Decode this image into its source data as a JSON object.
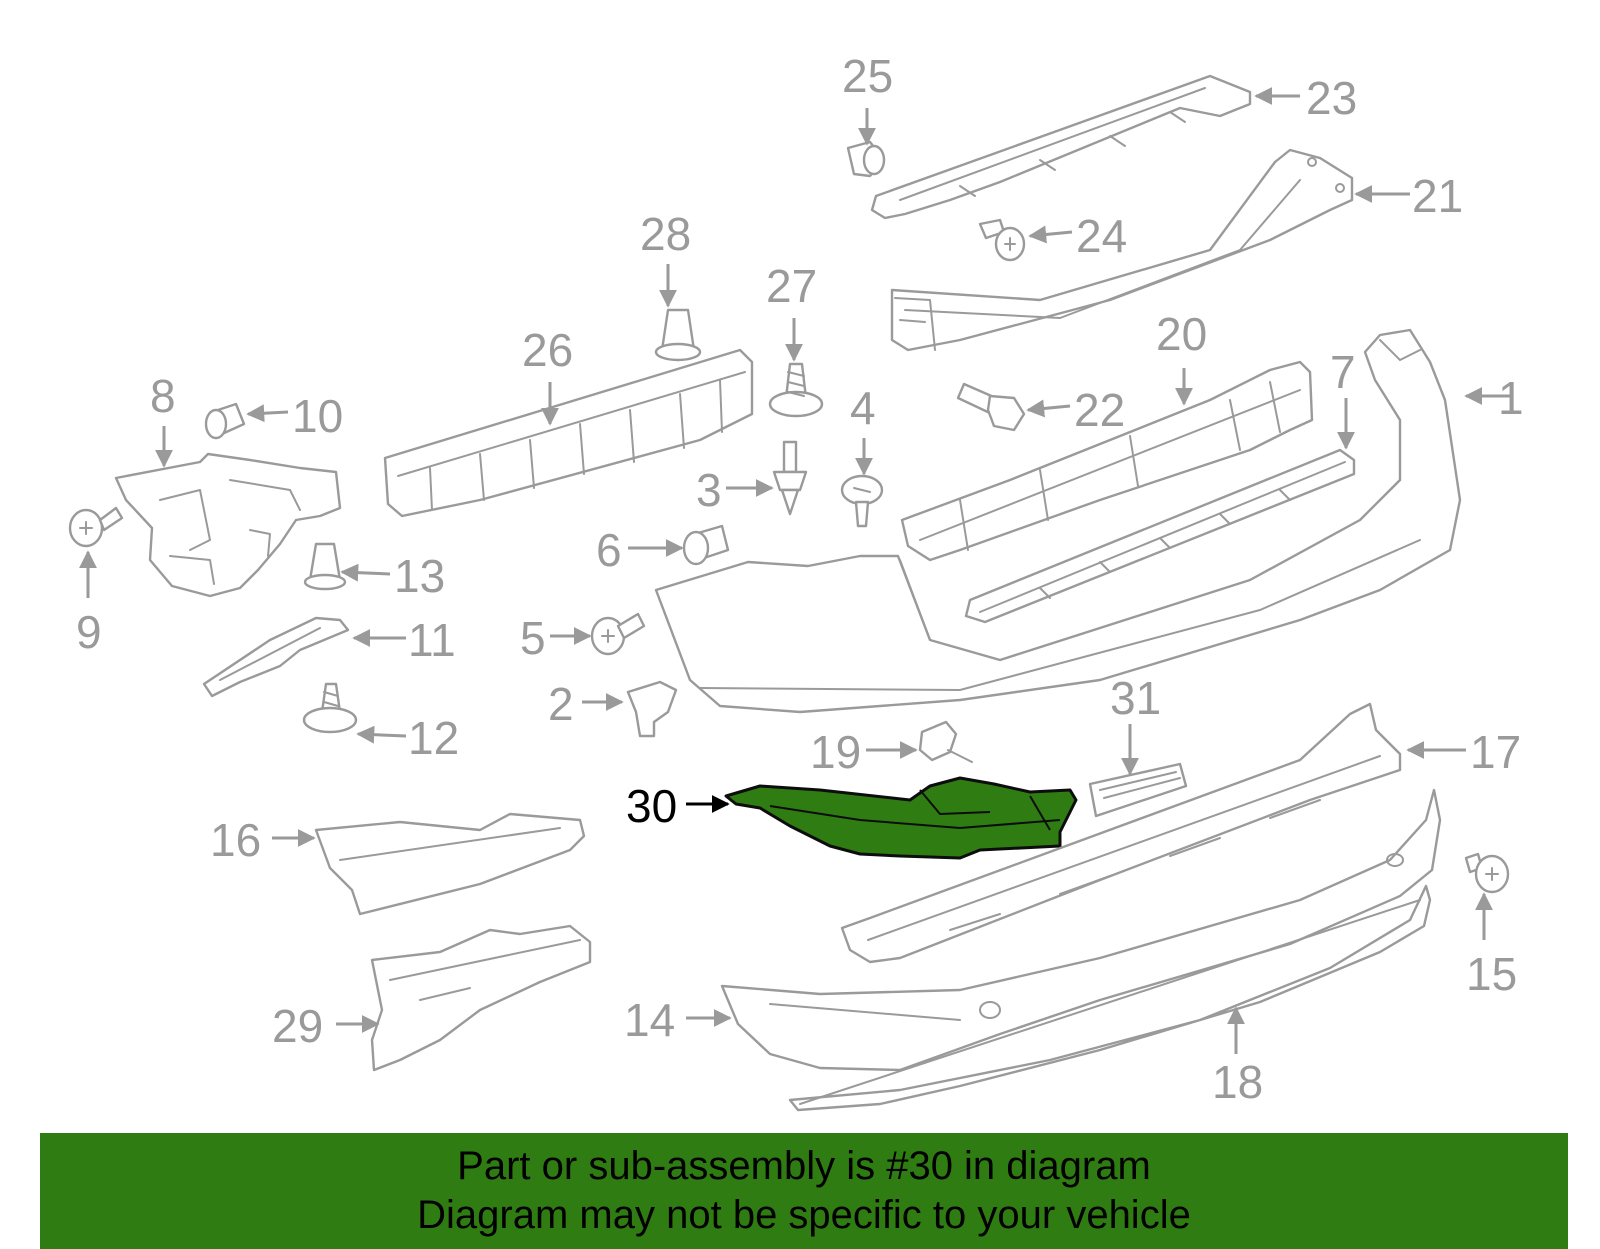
{
  "callouts": {
    "p1": "1",
    "p2": "2",
    "p3": "3",
    "p4": "4",
    "p5": "5",
    "p6": "6",
    "p7": "7",
    "p8": "8",
    "p9": "9",
    "p10": "10",
    "p11": "11",
    "p12": "12",
    "p13": "13",
    "p14": "14",
    "p15": "15",
    "p16": "16",
    "p17": "17",
    "p18": "18",
    "p19": "19",
    "p20": "20",
    "p21": "21",
    "p22": "22",
    "p23": "23",
    "p24": "24",
    "p25": "25",
    "p26": "26",
    "p27": "27",
    "p28": "28",
    "p29": "29",
    "p30": "30",
    "p31": "31"
  },
  "highlighted_part": "30",
  "colors": {
    "highlight": "#2f7d12",
    "line_art": "#9a9a9a",
    "banner": "#2f7d12"
  },
  "banner": {
    "line1": "Part or sub-assembly is #30 in diagram",
    "line2": "Diagram may not be specific to your vehicle"
  }
}
